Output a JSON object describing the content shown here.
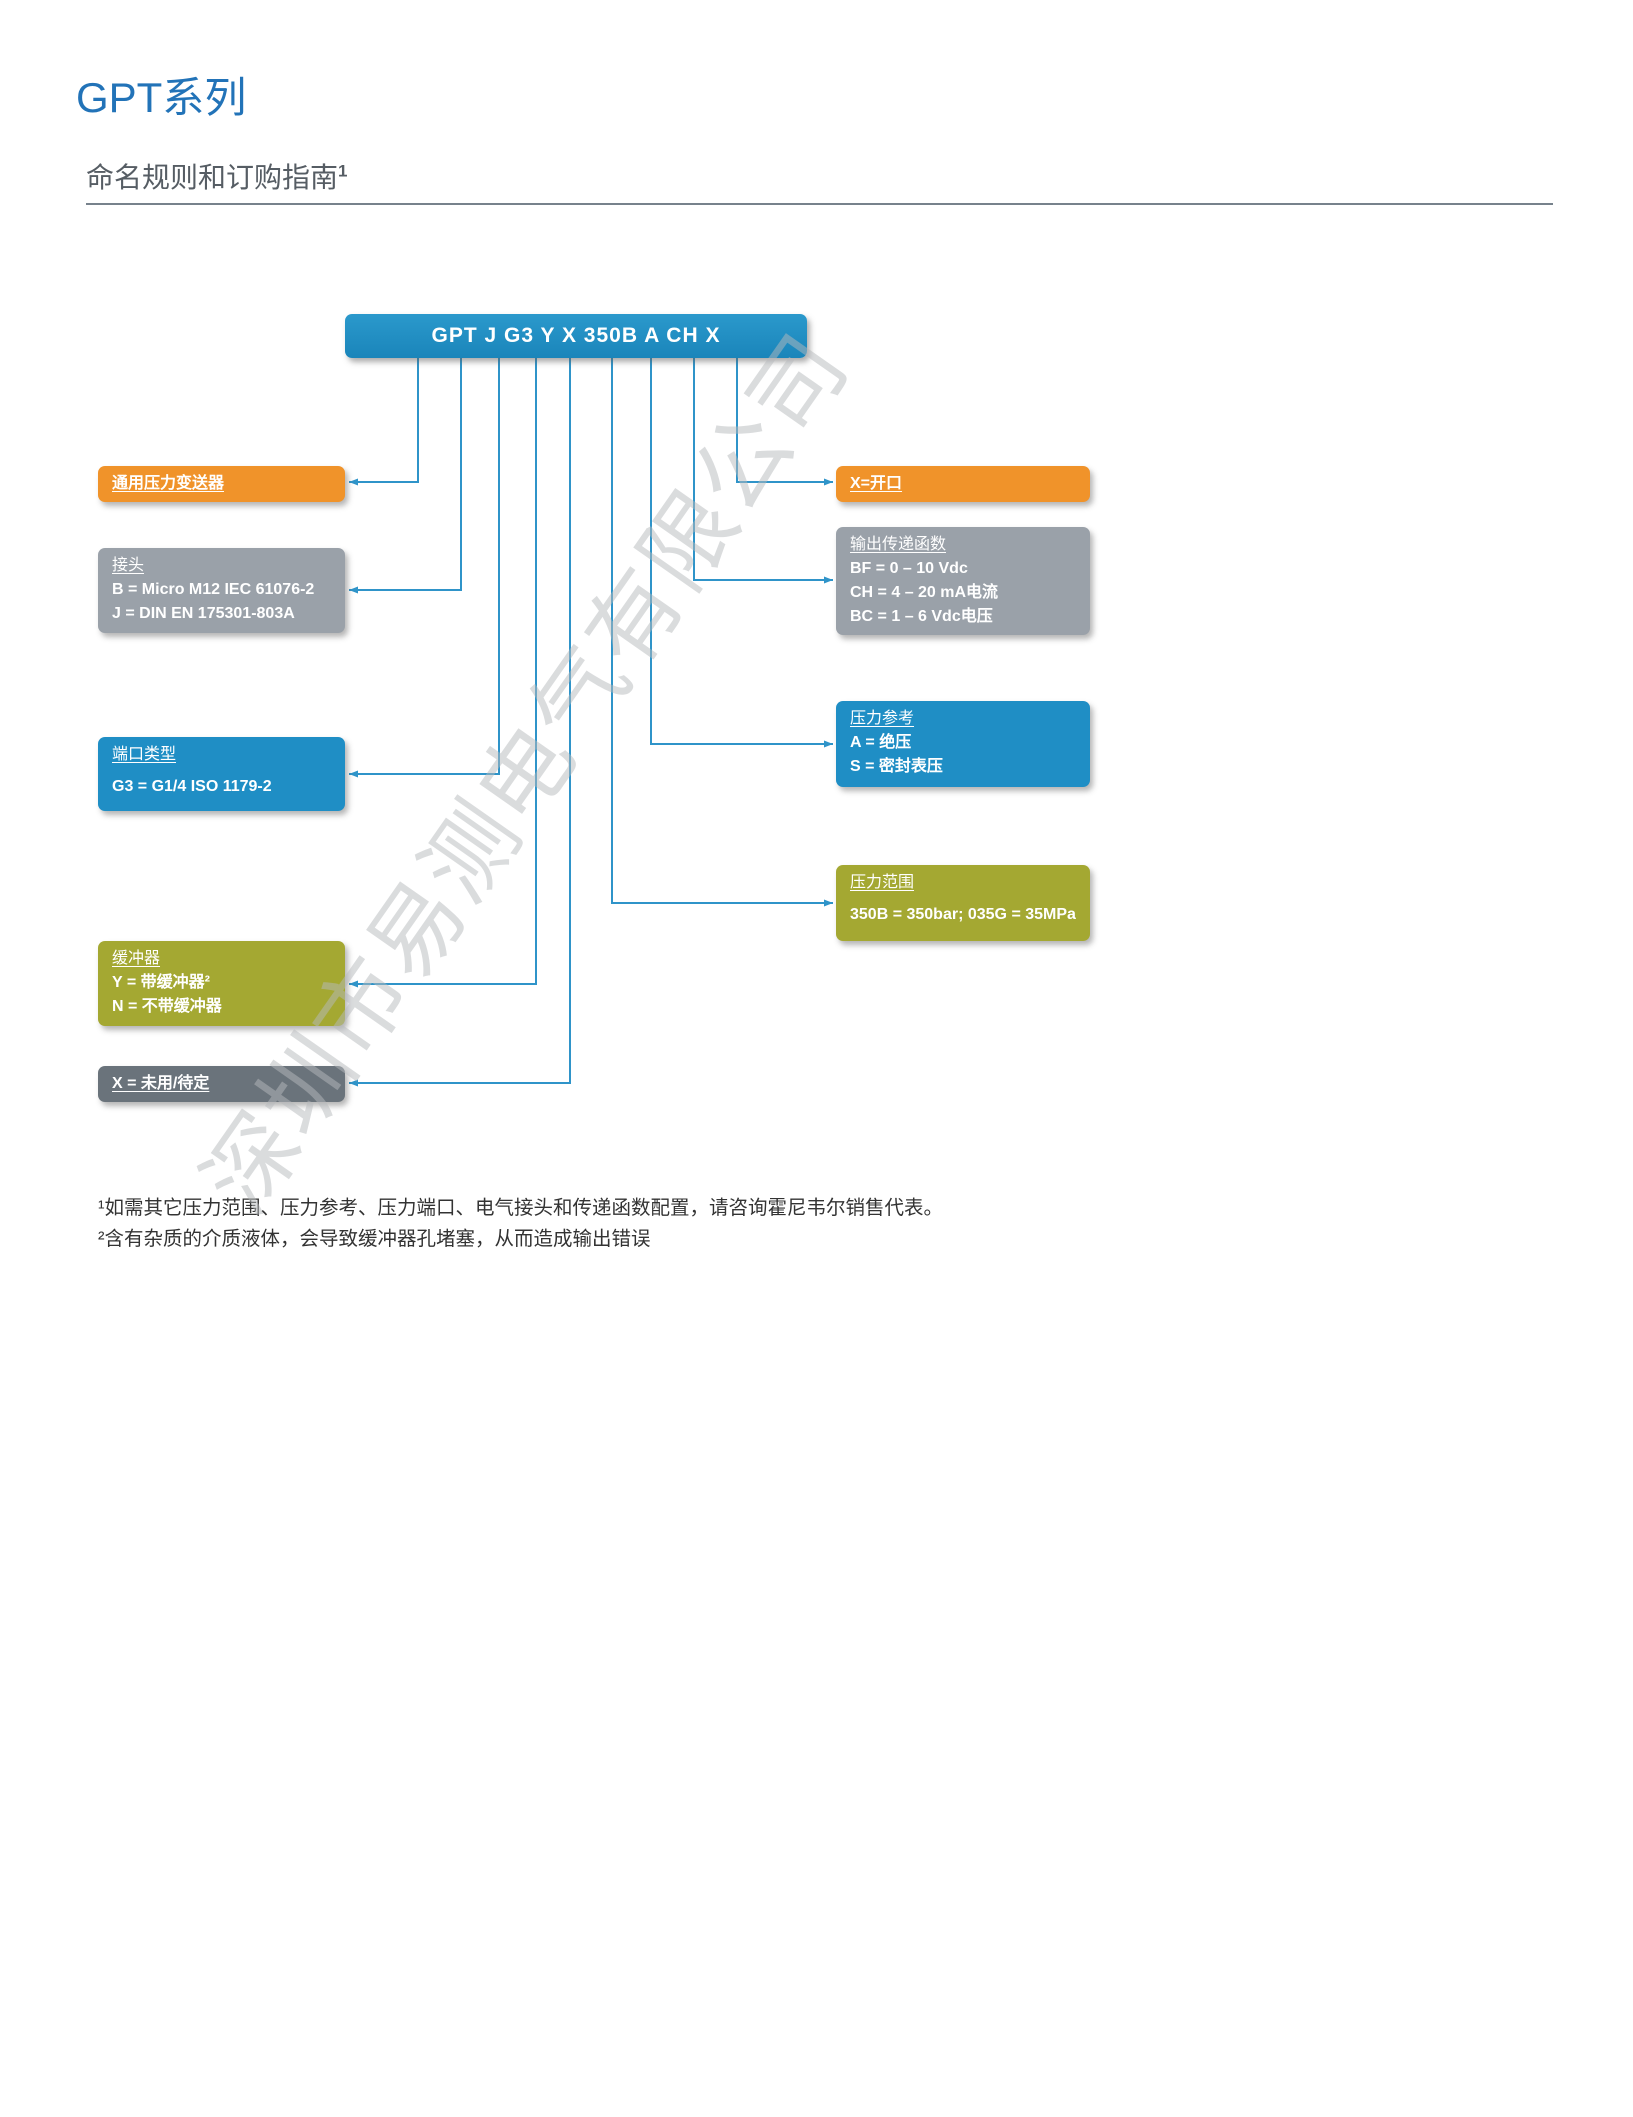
{
  "header": {
    "series_title": "GPT系列",
    "section_title": "命名规则和订购指南",
    "section_note_ref": "1"
  },
  "part_number": {
    "code": "GPT J G3 Y X 350B A CH X"
  },
  "left_boxes": [
    {
      "title": "通用压力变送器",
      "lines": []
    },
    {
      "title": "接头",
      "lines": [
        "B = Micro M12 IEC 61076-2",
        "J = DIN EN 175301-803A"
      ]
    },
    {
      "title": "端口类型",
      "lines": [
        "G3 = G1/4 ISO 1179-2"
      ]
    },
    {
      "title": "缓冲器",
      "lines": [
        "Y = 带缓冲器²",
        "N = 不带缓冲器"
      ]
    },
    {
      "title": "X = 未用/待定",
      "lines": []
    }
  ],
  "right_boxes": [
    {
      "title": "X=开口",
      "lines": []
    },
    {
      "title": "输出传递函数",
      "lines": [
        "BF = 0 – 10 Vdc",
        "CH = 4 – 20 mA电流",
        "BC = 1 – 6 Vdc电压"
      ]
    },
    {
      "title": "压力参考",
      "lines": [
        "A = 绝压",
        "S = 密封表压"
      ]
    },
    {
      "title": "压力范围",
      "lines": [
        "350B = 350bar; 035G = 35MPa"
      ]
    }
  ],
  "footnotes": [
    "¹如需其它压力范围、压力参考、压力端口、电气接头和传递函数配置，请咨询霍尼韦尔销售代表。",
    "²含有杂质的介质液体，会导致缓冲器孔堵塞，从而造成输出错误"
  ],
  "watermark": "深圳市易测电气有限公司",
  "colors": {
    "blue": "#1f8ec5",
    "orange": "#f0932a",
    "gray": "#9aa1a9",
    "olive": "#a4a832",
    "dark_gray": "#6a737b",
    "line_blue": "#2f94c9",
    "title_blue": "#2273b8"
  }
}
